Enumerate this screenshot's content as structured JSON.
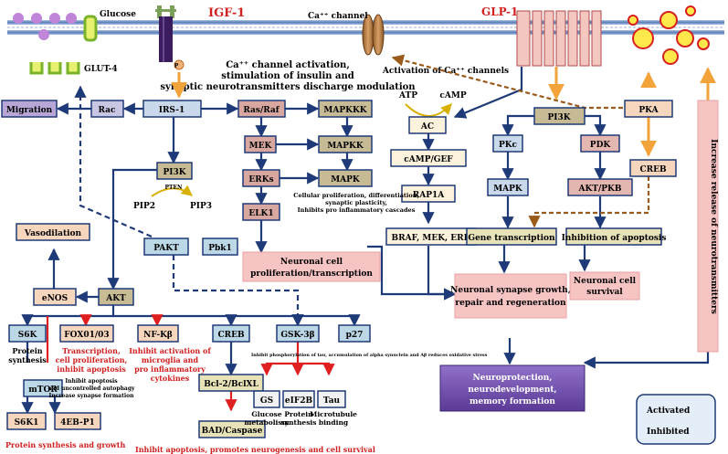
{
  "colors": {
    "activated": "#1f3a78",
    "inhibited": "#e02020",
    "orange_arrow": "#f2a33a",
    "dashed_brown": "#9a5a1a",
    "membrane": "#6e8fbf",
    "title_red": "#d02020"
  },
  "membrane_labels": {
    "glucose": "Glucose",
    "igf1": "IGF-1",
    "ca_channel": "Ca⁺⁺ channel",
    "glp1": "GLP-1",
    "glut4": "GLUT-4",
    "p_marker": "P"
  },
  "annotations": {
    "ca_activation_line1": "Ca⁺⁺ channel activation,",
    "ca_activation_line2": "stimulation of insulin and",
    "ca_activation_line3": "synaptic neurotransmitters discharge modulation",
    "activation_of_ca": "Activation of Ca⁺⁺ channels",
    "atp": "ATP",
    "camp": "cAMP",
    "pten": "PTEN",
    "pip2": "PIP2",
    "pip3": "PIP3",
    "mapk_effects_1": "Cellular proliferation, differentiation,",
    "mapk_effects_2": "synaptic plasticity,",
    "mapk_effects_3": "Inhibits pro inflammatory cascades",
    "s6k_effect_1": "Protein",
    "s6k_effect_2": "synthesis",
    "fox_effect_1": "Transcription,",
    "fox_effect_2": "cell proliferation,",
    "fox_effect_3": "inhibit apoptosis",
    "mtor_effect_1": "Inhibit apoptosis",
    "mtor_effect_2": "and uncontrolled autophagy",
    "mtor_effect_3": "Increase synapse formation",
    "nfkb_effect_1": "Inhibit activation of",
    "nfkb_effect_2": "microglia and",
    "nfkb_effect_3": "pro inflammatory",
    "nfkb_effect_4": "cytokines",
    "gsk_effect": "Inhibit phosphorylation of tau, accumulation of alpha synuclein and Aβ reduces oxidative stress",
    "gs_effect_1": "Glucose",
    "gs_effect_2": "metabolism",
    "eif_effect_1": "Protein",
    "eif_effect_2": "synthesis",
    "tau_effect_1": "Microtubule",
    "tau_effect_2": "binding",
    "s6k1_effect": "Protein synthesis and growth",
    "bad_effect": "Inhibit apoptosis, promotes neurogenesis and cell survival"
  },
  "nodes": {
    "migration": "Migration",
    "rac": "Rac",
    "irs1": "IRS-1",
    "rasraf": "Ras/Raf",
    "mapkkk": "MAPKKK",
    "mek": "MEK",
    "mapkk": "MAPKK",
    "erks": "ERKs",
    "mapk_left": "MAPK",
    "elk1": "ELK1",
    "pi3k_left": "PI3K",
    "vasodilation": "Vasodilation",
    "pakt": "PAKT",
    "pbk1": "Pbk1",
    "enos": "eNOS",
    "akt": "AKT",
    "s6k": "S6K",
    "fox": "FOX01/03",
    "nfkb": "NF-Kβ",
    "creb_left": "CREB",
    "gsk": "GSK-3β",
    "p27": "p27",
    "mtor": "mTOR",
    "s6k1": "S6K1",
    "eb4p1": "4EB-P1",
    "bcl2": "Bcl-2/BclXL",
    "bad": "BAD/Caspase",
    "gs": "GS",
    "eif2b": "eIF2B",
    "tau": "Tau",
    "neuronal_prolif_1": "Neuronal cell",
    "neuronal_prolif_2": "proliferation/transcription",
    "ac": "AC",
    "campgef": "cAMP/GEF",
    "rap1a": "RAP1A",
    "braf": "BRAF, MEK, ERK",
    "pi3k_right": "PI3K",
    "pkc": "PKc",
    "pdk": "PDK",
    "pka": "PKA",
    "mapk_right": "MAPK",
    "aktpkb": "AKT/PKB",
    "creb_right": "CREB",
    "gene_transcription": "Gene transcription",
    "inhibition_apoptosis": "Inhibition of apoptosis",
    "synapse_growth_1": "Neuronal synapse growth,",
    "synapse_growth_2": "repair and regeneration",
    "neuronal_survival_1": "Neuronal cell",
    "neuronal_survival_2": "survival",
    "neuroprotection_1": "Neuroprotection,",
    "neuroprotection_2": "neurodevelopment,",
    "neuroprotection_3": "memory formation",
    "increase_release": "Increase release of neurotransmitters"
  },
  "legend": {
    "activated": "Activated",
    "inhibited": "Inhibited"
  }
}
